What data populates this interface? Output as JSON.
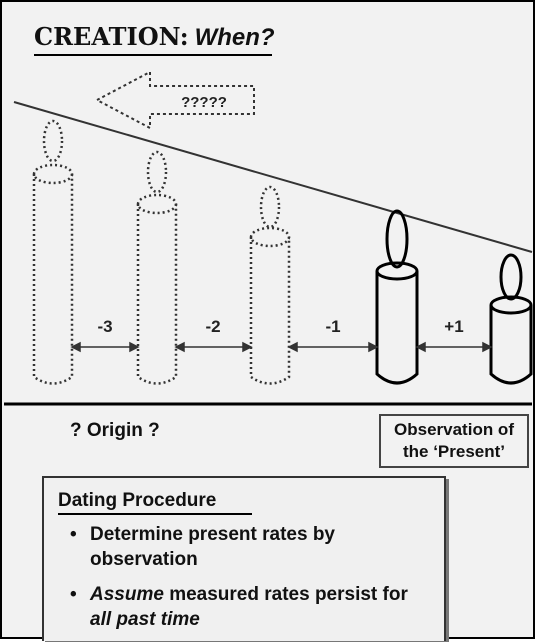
{
  "title": {
    "main": "CREATION:",
    "accent": "When?"
  },
  "arrow_label": "?????",
  "intervals": [
    "-3",
    "-2",
    "-1",
    "+1"
  ],
  "origin": {
    "label": "? Origin ?"
  },
  "observation": {
    "line1": "Observation of",
    "line2": "the ‘Present’"
  },
  "procedure": {
    "title": "Dating Procedure",
    "item1": "Determine present rates by observation",
    "item2_assume": "Assume",
    "item2_rest": " measured rates persist for",
    "item2_line2": "all past time"
  }
}
